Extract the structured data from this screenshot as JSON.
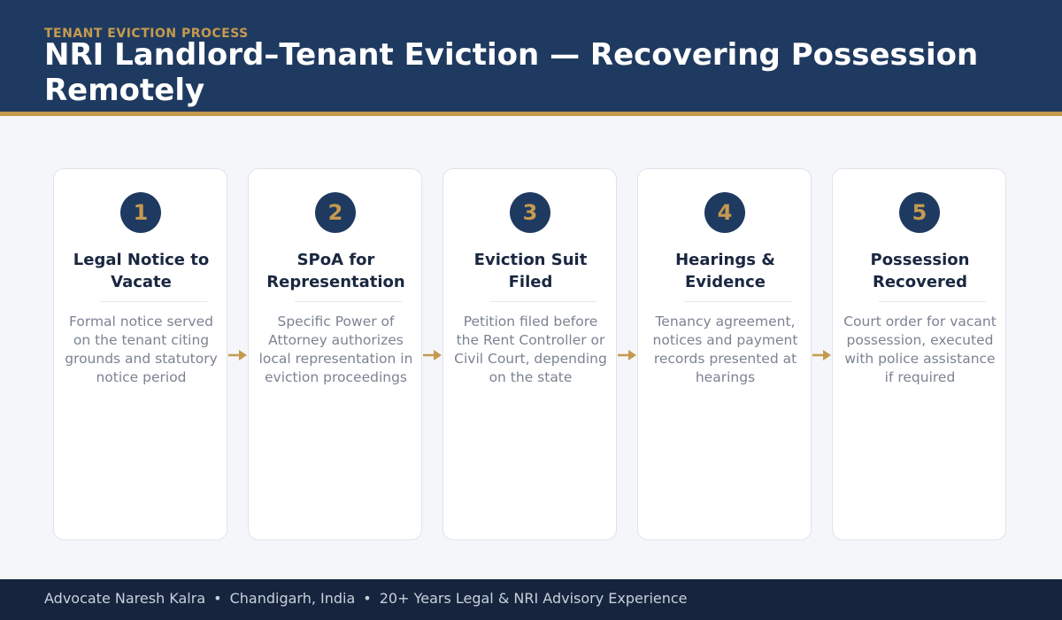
{
  "header": {
    "eyebrow": "TENANT EVICTION PROCESS",
    "title": "NRI Landlord–Tenant Eviction — Recovering Possession Remotely"
  },
  "steps": [
    {
      "number": "1",
      "title": "Legal Notice to Vacate",
      "description": "Formal notice served on the tenant citing grounds and statutory notice period"
    },
    {
      "number": "2",
      "title": "SPoA for Representation",
      "description": "Specific Power of Attorney authorizes local representation in eviction proceedings"
    },
    {
      "number": "3",
      "title": "Eviction Suit Filed",
      "description": "Petition filed before the Rent Controller or Civil Court, depending on the state"
    },
    {
      "number": "4",
      "title": "Hearings & Evidence",
      "description": "Tenancy agreement, notices and payment records presented at hearings"
    },
    {
      "number": "5",
      "title": "Possession Recovered",
      "description": "Court order for vacant possession, executed with police assistance if required"
    }
  ],
  "footer": {
    "name": "Advocate Naresh Kalra",
    "location": "Chandigarh, India",
    "experience": "20+ Years Legal & NRI Advisory Experience",
    "separator": "•"
  },
  "colors": {
    "navy": "#1f3a60",
    "gold": "#c59a4f",
    "footer": "#16243d",
    "background": "#f4f6fa"
  }
}
